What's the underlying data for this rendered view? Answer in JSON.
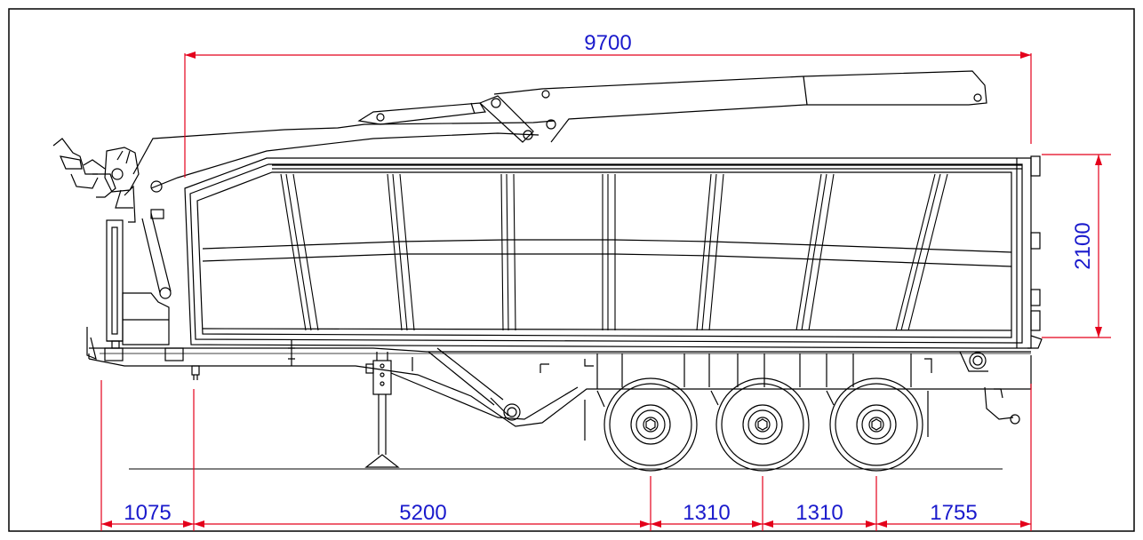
{
  "colors": {
    "dimension_line": "#e4001b",
    "dimension_text": "#1a1acc",
    "drawing": "#000000",
    "background": "#ffffff"
  },
  "dimensions": {
    "overall_length": "9700",
    "body_height": "2100",
    "front_overhang": "1075",
    "kingpin_to_axle": "5200",
    "axle_spacing_1": "1310",
    "axle_spacing_2": "1310",
    "rear_overhang": "1755"
  }
}
